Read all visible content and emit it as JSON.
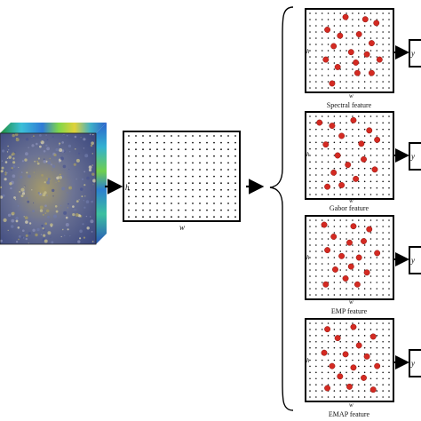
{
  "input": {
    "axis_h": "h",
    "axis_w": "w"
  },
  "features": [
    {
      "caption": "Spectral feature",
      "axis_h": "h",
      "axis_w": "w",
      "output_symbol": "y"
    },
    {
      "caption": "Gabor feature",
      "axis_h": "h",
      "axis_w": "w",
      "output_symbol": "y"
    },
    {
      "caption": "EMP feature",
      "axis_h": "h",
      "axis_w": "w",
      "output_symbol": "y"
    },
    {
      "caption": "EMAP feature",
      "axis_h": "h",
      "axis_w": "w",
      "output_symbol": "y"
    }
  ],
  "colors": {
    "grid_dot": "#111111",
    "sample_dot": "#d42a22",
    "frame": "#000000",
    "cube_top": "#3fae63",
    "cube_side": "#2a8fbf",
    "image_base": "#5a6a95"
  },
  "icons": {
    "arrow": "right-arrow-icon",
    "brace": "curly-brace-icon",
    "cube": "hyperspectral-cube-icon"
  }
}
